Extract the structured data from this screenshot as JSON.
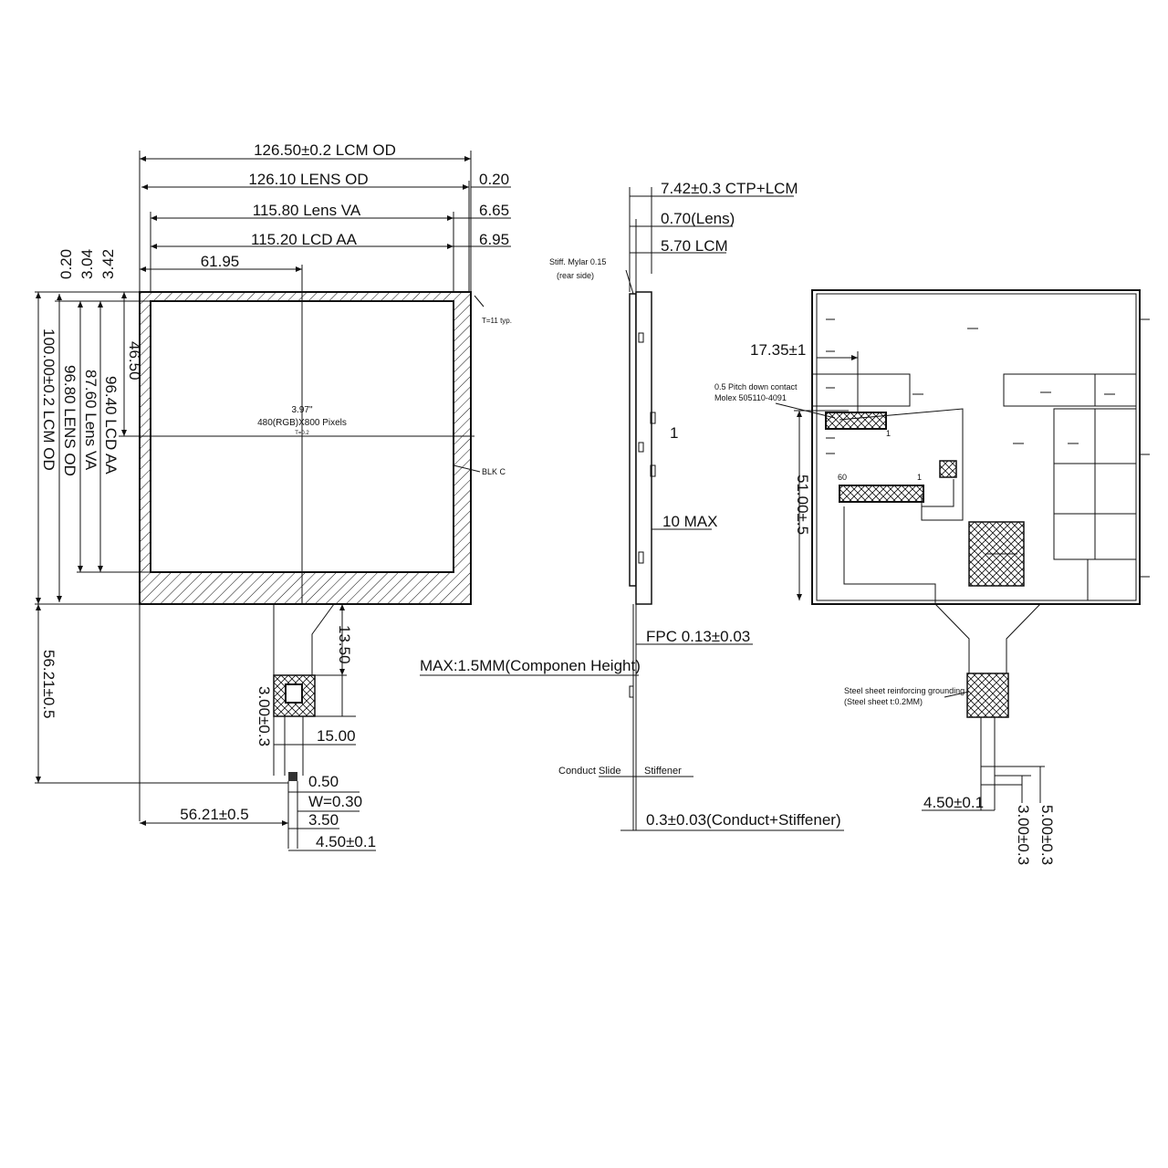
{
  "front": {
    "dims": {
      "lcm_od_w": "126.50±0.2 LCM OD",
      "lens_od_w": "126.10 LENS OD",
      "lens_va_w": "115.80 Lens VA",
      "lcd_aa_w": "115.20 LCD AA",
      "center_x": "61.95",
      "r_020": "0.20",
      "r_665": "6.65",
      "r_695": "6.95",
      "v_020": "0.20",
      "v_304": "3.04",
      "v_342": "3.42",
      "lcm_od_h": "100.00±0.2 LCM OD",
      "lens_od_h": "96.80 LENS OD",
      "lens_va_h": "87.60 Lens VA",
      "lcd_aa_h": "96.40 LCD AA",
      "center_y": "46.50",
      "t11": "T=11 typ.",
      "blk": "BLK C",
      "size": "3.97\"",
      "pixels": "480(RGB)X800 Pixels",
      "tft": "T=0.2",
      "fpc_len": "56.21±0.5",
      "fpc_13": "13.50",
      "fpc_w15": "15.00",
      "fpc_3": "3.00±0.3",
      "fpc_050": "0.50",
      "fpc_w030": "W=0.30",
      "fpc_350": "3.50",
      "fpc_450": "4.50±0.1",
      "fpc_x": "56.21±0.5"
    }
  },
  "side": {
    "dims": {
      "total": "7.42±0.3 CTP+LCM",
      "lens": "0.70(Lens)",
      "lcm": "5.70 LCM",
      "mylar1": "Stiff. Mylar 0.15",
      "mylar2": "(rear side)",
      "one": "1",
      "ten_max": "10 MAX",
      "fpc": "FPC 0.13±0.03",
      "comp": "MAX:1.5MM(Componen Height)",
      "conduct": "Conduct Slide",
      "stiffener": "Stiffener",
      "cs": "0.3±0.03(Conduct+Stiffener)"
    }
  },
  "rear": {
    "dims": {
      "d1735": "17.35±1",
      "pitch1": "0.5 Pitch down contact",
      "pitch2": "Molex 505110-4091",
      "d51": "51.00±.5",
      "pin60": "60",
      "pin1a": "1",
      "pin1b": "1",
      "steel1": "Steel sheet reinforcing grounding",
      "steel2": "(Steel sheet t:0.2MM)",
      "d450": "4.50±0.1",
      "d300": "3.00±0.3",
      "d500": "5.00±0.3"
    }
  }
}
